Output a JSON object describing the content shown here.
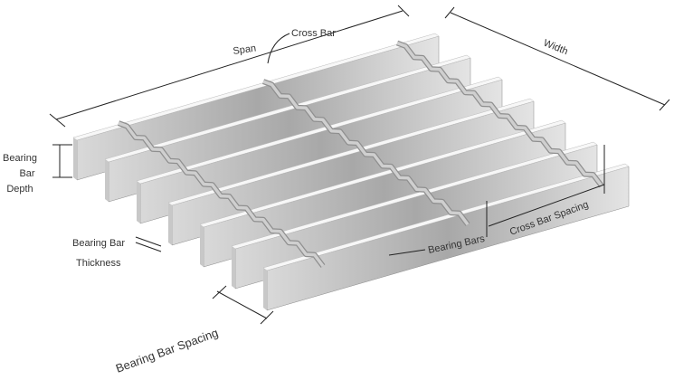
{
  "labels": {
    "span": "Span",
    "cross_bar": "Cross Bar",
    "width": "Width",
    "bearing_bar_depth": [
      "Bearing",
      "Bar",
      "Depth"
    ],
    "bearing_bar_thickness": [
      "Bearing Bar",
      "Thickness"
    ],
    "bearing_bars": "Bearing Bars",
    "cross_bar_spacing": "Cross Bar Spacing",
    "bearing_bar_spacing": "Bearing Bar Spacing"
  },
  "colors": {
    "bar_face_light": "#e6e6e6",
    "bar_face_dark": "#9a9a9a",
    "bar_top": "#f7f7f7",
    "cross_bar": "#cfcfcf"
  }
}
